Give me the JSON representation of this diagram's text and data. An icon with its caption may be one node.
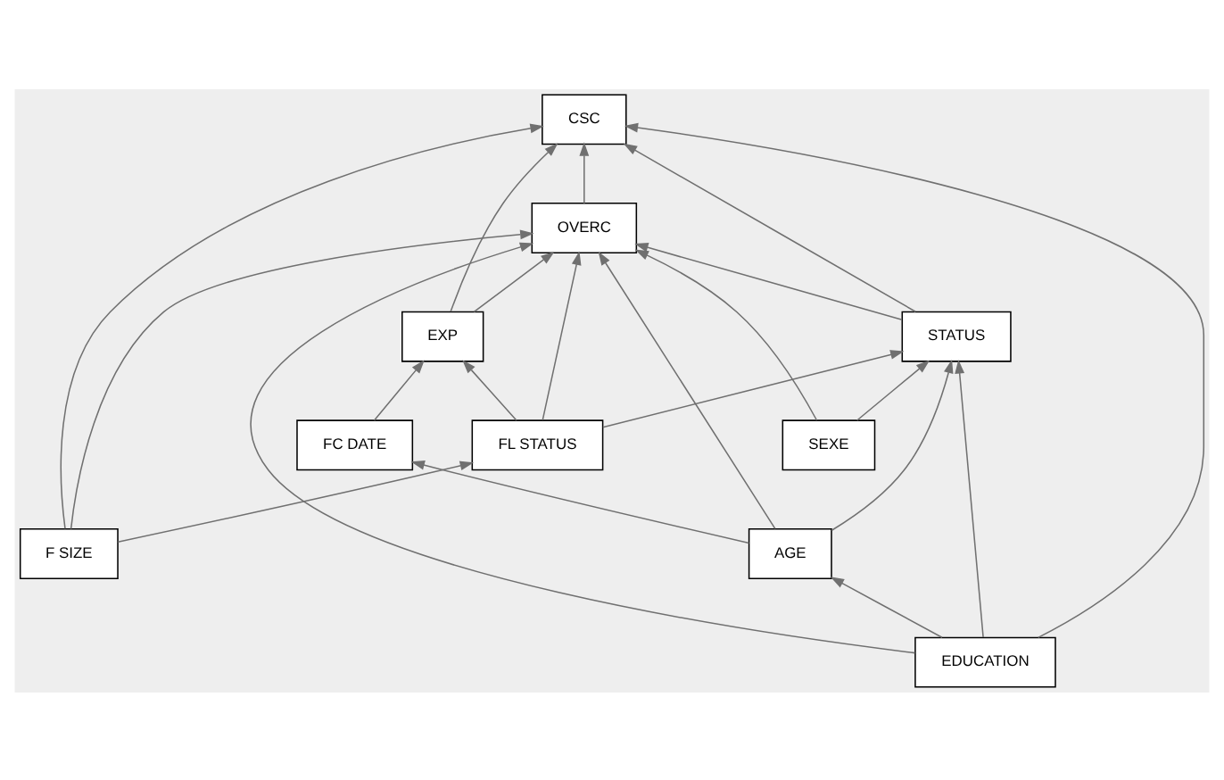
{
  "diagram": {
    "nodes": [
      {
        "text": [
          "CSC"
        ]
      },
      {
        "text": [
          "EXP"
        ]
      },
      {
        "text": [
          "FC DATE"
        ]
      },
      {
        "text": [
          "F SIZE"
        ]
      },
      {
        "text": [
          "OVERC"
        ]
      },
      {
        "text": [
          "FL STATUS"
        ]
      },
      {
        "text": [
          "SEXE"
        ]
      },
      {
        "text": [
          "STATUS"
        ]
      },
      {
        "text": [
          "EDUCATION"
        ]
      },
      {
        "text": [
          "AGE"
        ]
      }
    ],
    "edges": [
      {
        "from": 2,
        "to": 1,
        "arrow": "to"
      },
      {
        "from": 5,
        "to": 1,
        "arrow": "to"
      },
      {
        "from": 1,
        "to": 0,
        "arrow": "to"
      },
      {
        "from": 3,
        "to": 0,
        "arrow": "to"
      },
      {
        "from": 1,
        "to": 4,
        "arrow": "to"
      },
      {
        "from": 4,
        "to": 0,
        "arrow": "to"
      },
      {
        "from": 3,
        "to": 4,
        "arrow": "to"
      },
      {
        "from": 3,
        "to": 5,
        "arrow": "to"
      },
      {
        "from": 6,
        "to": 4,
        "arrow": "to"
      },
      {
        "from": 5,
        "to": 4,
        "arrow": "to"
      },
      {
        "from": 9,
        "to": 4,
        "arrow": "to"
      },
      {
        "from": 7,
        "to": 4,
        "arrow": "to"
      },
      {
        "from": 8,
        "to": 4,
        "arrow": "to"
      },
      {
        "from": 7,
        "to": 0,
        "arrow": "to"
      },
      {
        "from": 8,
        "to": 0,
        "arrow": "to"
      },
      {
        "from": 9,
        "to": 2,
        "arrow": "to"
      },
      {
        "from": 5,
        "to": 7,
        "arrow": "to"
      },
      {
        "from": 6,
        "to": 7,
        "arrow": "to"
      },
      {
        "from": 9,
        "to": 7,
        "arrow": "to"
      },
      {
        "from": 8,
        "to": 7,
        "arrow": "to"
      },
      {
        "from": 8,
        "to": 9,
        "arrow": "to"
      }
    ]
  }
}
